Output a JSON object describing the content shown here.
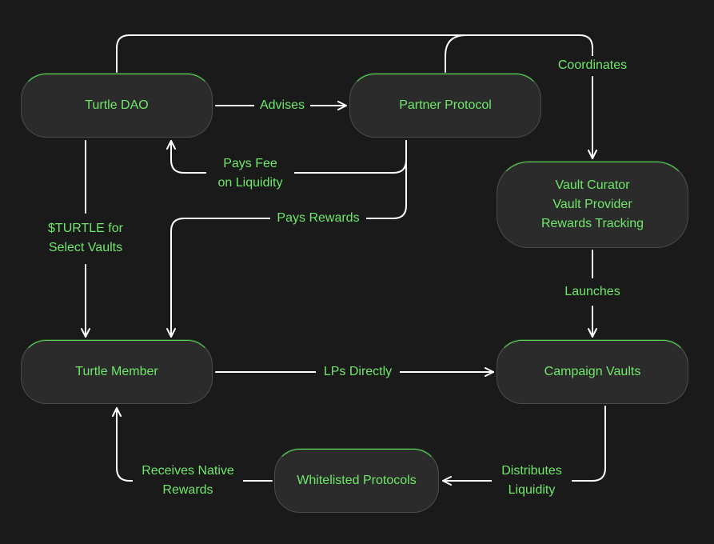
{
  "colors": {
    "background": "#1a1a1a",
    "node_fill": "#2b2b2b",
    "node_accent": "#5ddb5d",
    "text": "#6fe86a",
    "line": "#ffffff"
  },
  "nodes": {
    "turtle_dao": "Turtle DAO",
    "partner_protocol": "Partner Protocol",
    "vault_curator": [
      "Vault Curator",
      "Vault Provider",
      "Rewards Tracking"
    ],
    "turtle_member": "Turtle Member",
    "campaign_vaults": "Campaign Vaults",
    "whitelisted_protocols": "Whitelisted Protocols"
  },
  "edges": {
    "advises": "Advises",
    "coordinates": "Coordinates",
    "pays_fee": [
      "Pays Fee",
      "on Liquidity"
    ],
    "pays_rewards": "Pays Rewards",
    "turtle_for_vaults": [
      "$TURTLE for",
      "Select Vaults"
    ],
    "launches": "Launches",
    "lps_directly": "LPs Directly",
    "distributes_liquidity": [
      "Distributes",
      "Liquidity"
    ],
    "receives_native_rewards": [
      "Receives Native",
      "Rewards"
    ]
  }
}
